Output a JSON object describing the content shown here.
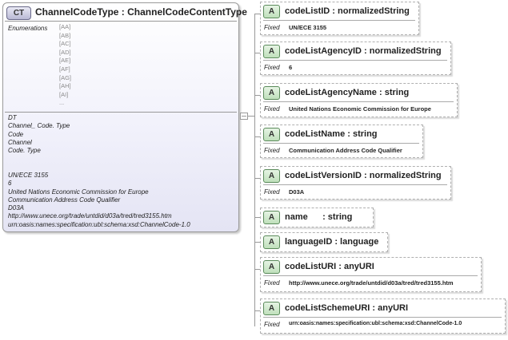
{
  "complex_type": {
    "badge": "CT",
    "title": "ChannelCodeType : ChannelCodeContentType",
    "enumerations_label": "Enumerations",
    "enumerations": [
      "[AA]",
      "[AB]",
      "[AC]",
      "[AD]",
      "[AE]",
      "[AF]",
      "[AG]",
      "[AH]",
      "[AI]",
      "..."
    ],
    "documentation_1": [
      "DT",
      "Channel_ Code. Type",
      "Code",
      "Channel",
      "Code. Type"
    ],
    "documentation_2": [
      "UN/ECE 3155",
      "6",
      "United Nations Economic Commission for Europe",
      "Communication Address Code Qualifier",
      "D03A",
      "http://www.unece.org/trade/untdid/d03a/tred/tred3155.htm",
      "urn:oasis:names:specification:ubl:schema:xsd:ChannelCode-1.0"
    ]
  },
  "fixed_label": "Fixed",
  "attributes": [
    {
      "badge": "A",
      "name": "codeListID : normalizedString",
      "fixed": "UN/ECE 3155"
    },
    {
      "badge": "A",
      "name": "codeListAgencyID : normalizedString",
      "fixed": "6"
    },
    {
      "badge": "A",
      "name": "codeListAgencyName : string",
      "fixed": "United Nations Economic Commission for Europe"
    },
    {
      "badge": "A",
      "name": "codeListName : string",
      "fixed": "Communication Address Code Qualifier"
    },
    {
      "badge": "A",
      "name": "codeListVersionID : normalizedString",
      "fixed": "D03A"
    },
    {
      "badge": "A",
      "name": "name      : string",
      "fixed": null
    },
    {
      "badge": "A",
      "name": "languageID : language",
      "fixed": null
    },
    {
      "badge": "A",
      "name": "codeListURI : anyURI",
      "fixed": "http://www.unece.org/trade/untdid/d03a/tred/tred3155.htm"
    },
    {
      "badge": "A",
      "name": "codeListSchemeURI : anyURI",
      "fixed": "urn:oasis:names:specification:ubl:schema:xsd:ChannelCode-1.0"
    }
  ]
}
